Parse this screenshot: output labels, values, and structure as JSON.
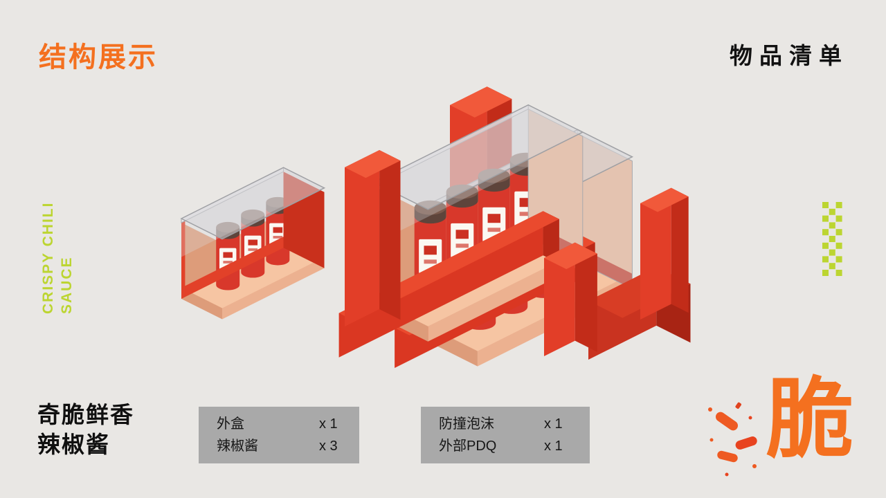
{
  "slide": {
    "background": "#e9e7e4"
  },
  "header": {
    "title_left": "结构展示",
    "title_right": "物品清单",
    "accent_color": "#f4701f",
    "title_color": "#121212"
  },
  "brand_vertical": {
    "line1": "CRISPY CHILI",
    "line2": "SAUCE",
    "color": "#bcd531"
  },
  "product": {
    "line1": "奇脆鲜香",
    "line2": "辣椒酱"
  },
  "item_lists": {
    "panel_color": "#a9a9a9",
    "box1": {
      "rows": [
        {
          "label": "外盒",
          "qty": "x 1"
        },
        {
          "label": "辣椒酱",
          "qty": "x 3"
        }
      ]
    },
    "box2": {
      "rows": [
        {
          "label": "防撞泡沫",
          "qty": "x 1"
        },
        {
          "label": "外部PDQ",
          "qty": "x 1"
        }
      ]
    }
  },
  "logo": {
    "glyph": "脆",
    "color": "#f4701f"
  },
  "illustration": {
    "palette": {
      "red": "#e23e28",
      "dark_red": "#c22c19",
      "foam_peach": "#f6c5a3",
      "glass": "#d5d6d9",
      "cap_brown": "#7a594c"
    }
  }
}
